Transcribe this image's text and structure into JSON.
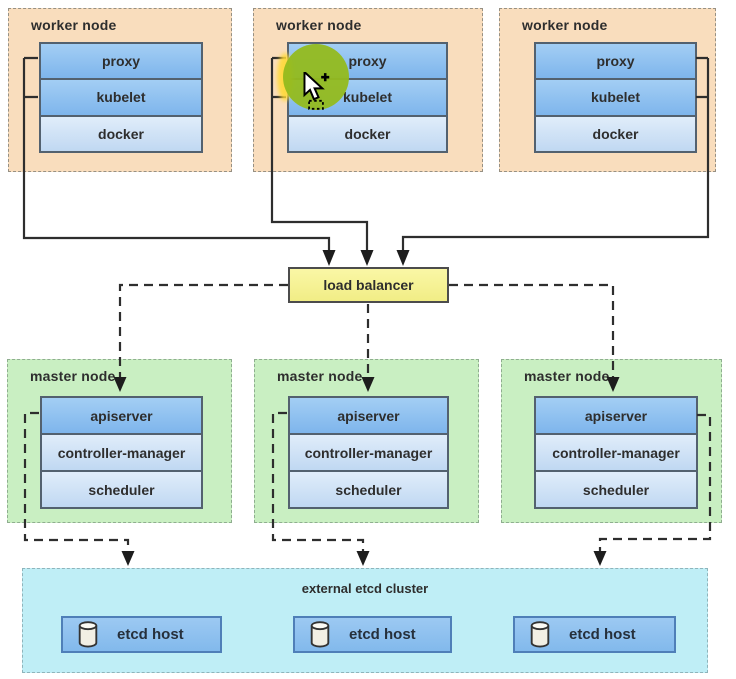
{
  "workers": [
    {
      "label": "worker node",
      "components": [
        "proxy",
        "kubelet",
        "docker"
      ]
    },
    {
      "label": "worker node",
      "components": [
        "proxy",
        "kubelet",
        "docker"
      ]
    },
    {
      "label": "worker node",
      "components": [
        "proxy",
        "kubelet",
        "docker"
      ]
    }
  ],
  "load_balancer": {
    "label": "load balancer"
  },
  "masters": [
    {
      "label": "master node",
      "components": [
        "apiserver",
        "controller-manager",
        "scheduler"
      ]
    },
    {
      "label": "master node",
      "components": [
        "apiserver",
        "controller-manager",
        "scheduler"
      ]
    },
    {
      "label": "master node",
      "components": [
        "apiserver",
        "controller-manager",
        "scheduler"
      ]
    }
  ],
  "etcd": {
    "label": "external etcd cluster",
    "hosts": [
      "etcd host",
      "etcd host",
      "etcd host"
    ]
  },
  "cursor": {
    "type": "pointer-with-plus-and-marquee",
    "click_highlight": "green-circle"
  },
  "colors": {
    "worker_bg": "#f9ddbd",
    "master_bg": "#c9efc2",
    "etcd_bg": "#bfeef6",
    "load_balancer_bg": "#f4f092",
    "component_blue": "#8ac0ef",
    "component_light_blue": "#cfe3f7",
    "etcd_host_blue": "#8fc0ee",
    "connector_line": "#2e2e2e",
    "click_circle_green": "#94ba1e",
    "click_glow_yellow": "#ffd937"
  }
}
